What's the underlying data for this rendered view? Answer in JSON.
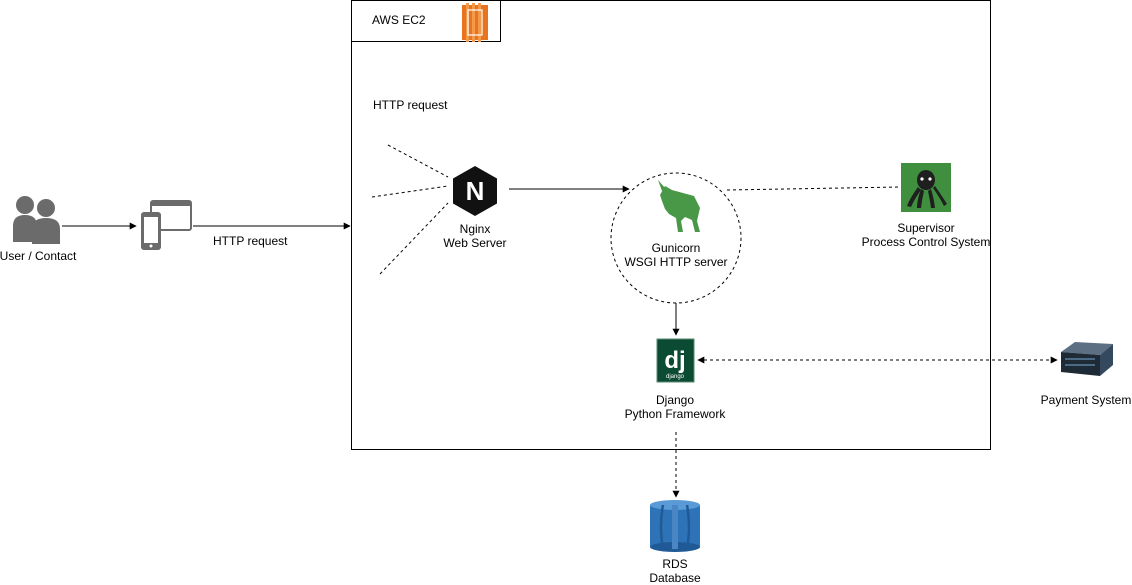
{
  "container": {
    "label": "AWS EC2"
  },
  "nodes": {
    "user": {
      "label": "User / Contact"
    },
    "device": {
      "label": ""
    },
    "nginx": {
      "line1": "Nginx",
      "line2": "Web Server",
      "glyph": "N"
    },
    "gunicorn": {
      "line1": "Gunicorn",
      "line2": "WSGI HTTP server"
    },
    "supervisor": {
      "line1": "Supervisor",
      "line2": "Process Control System"
    },
    "django": {
      "line1": "Django",
      "line2": "Python Framework",
      "glyph": "dj",
      "small": "django"
    },
    "payment": {
      "label": "Payment System"
    },
    "rds": {
      "line1": "RDS",
      "line2": "Database"
    }
  },
  "edges": {
    "http_request_outer": "HTTP request",
    "http_request_inner": "HTTP request"
  },
  "icons": {
    "user": "users-icon",
    "device": "mobile-browser-icon",
    "aws": "aws-ec2-icon",
    "nginx": "nginx-icon",
    "gunicorn": "unicorn-icon",
    "supervisor": "octopus-icon",
    "django": "django-icon",
    "payment": "server-icon",
    "rds": "database-icon"
  },
  "colors": {
    "aws_orange": "#E8741F",
    "nginx_black": "#111111",
    "gunicorn_green": "#499848",
    "supervisor_green": "#3F8F3F",
    "django_green": "#0C4B33",
    "rds_blue": "#2E73B8",
    "icon_gray": "#6b6b6b"
  }
}
